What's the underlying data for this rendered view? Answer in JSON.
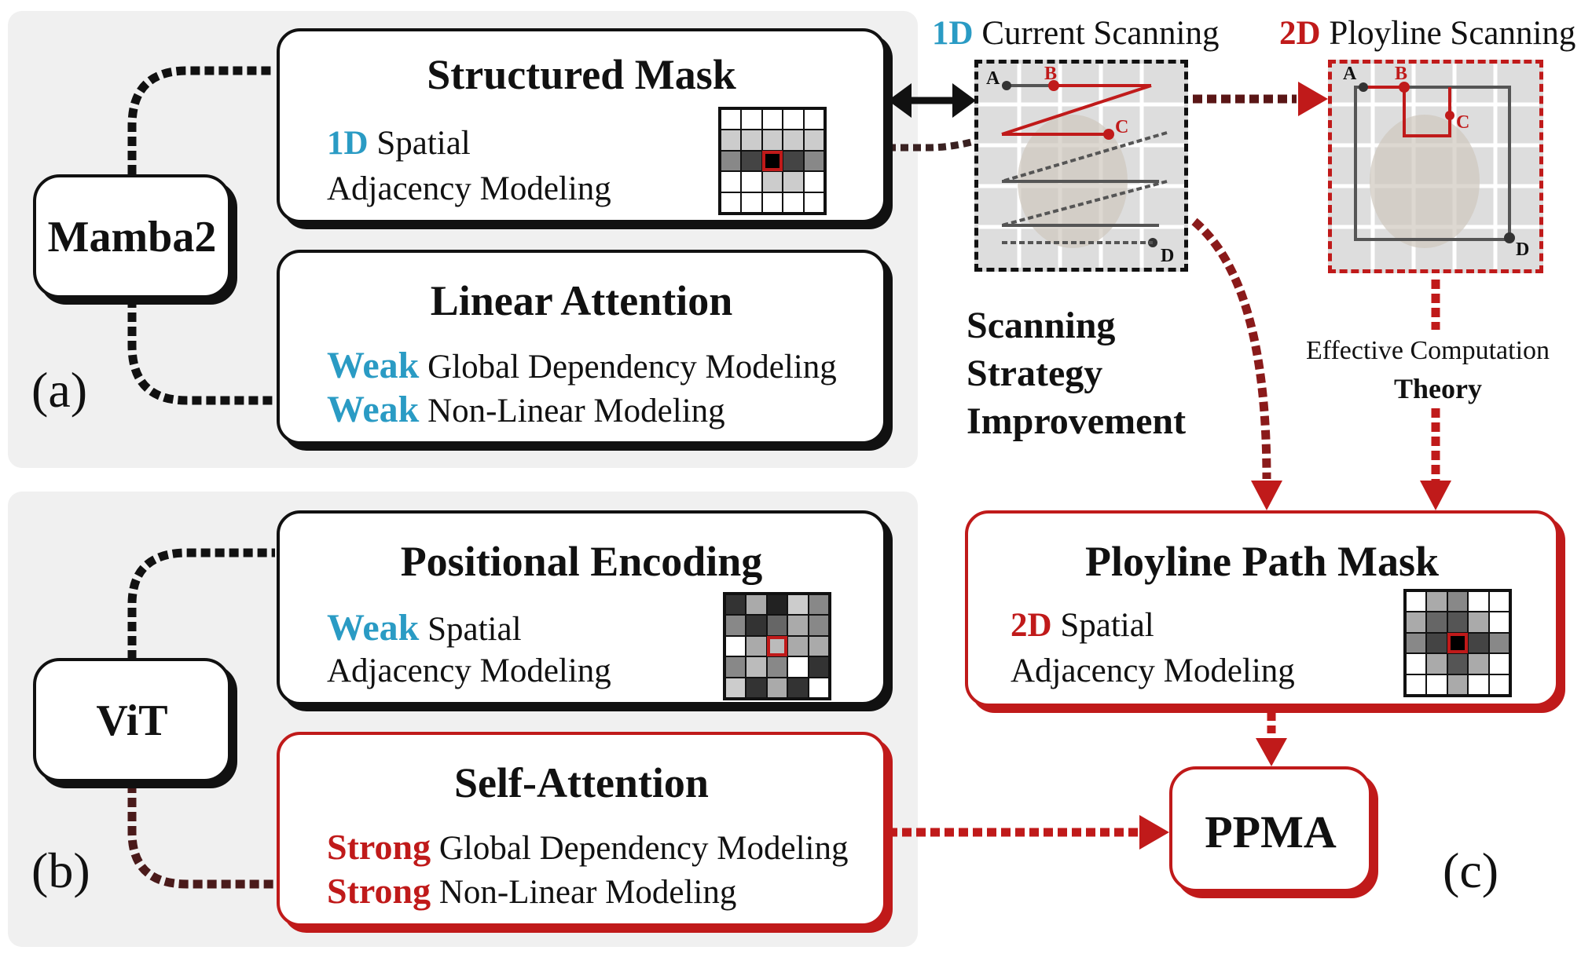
{
  "panel_a": {
    "label": "(a)",
    "model": "Mamba2",
    "structured_mask": {
      "title": "Structured Mask",
      "line1_hl": "1D",
      "line1_rest": " Spatial",
      "line2": "Adjacency Modeling"
    },
    "linear_attention": {
      "title": "Linear Attention",
      "line1_hl": "Weak",
      "line1_rest": " Global Dependency Modeling",
      "line2_hl": "Weak",
      "line2_rest": " Non-Linear Modeling"
    }
  },
  "panel_b": {
    "label": "(b)",
    "model": "ViT",
    "positional_encoding": {
      "title": "Positional Encoding",
      "line1_hl": "Weak",
      "line1_rest": " Spatial",
      "line2": "Adjacency Modeling"
    },
    "self_attention": {
      "title": "Self-Attention",
      "line1_hl": "Strong",
      "line1_rest": " Global Dependency Modeling",
      "line2_hl": "Strong",
      "line2_rest": " Non-Linear Modeling"
    }
  },
  "panel_c": {
    "label": "(c)",
    "scan_1d": {
      "title_hl": "1D",
      "title_rest": " Current Scanning"
    },
    "scan_2d": {
      "title_hl": "2D",
      "title_rest": " Ployline Scanning"
    },
    "point_labels": [
      "A",
      "B",
      "C",
      "D"
    ],
    "strategy": [
      "Scanning",
      "Strategy",
      "Improvement"
    ],
    "theory": {
      "line1": "Effective Computation",
      "line2": "Theory"
    },
    "ppm": {
      "title": "Ployline Path Mask",
      "line1_hl": "2D",
      "line1_rest": " Spatial",
      "line2": "Adjacency Modeling"
    },
    "ppma": "PPMA"
  },
  "colors": {
    "blue": "#2a9bc4",
    "red": "#c01a1a",
    "dark_red": "#5a1616",
    "black": "#111111"
  },
  "grids": {
    "structured_mask": [
      [
        "#fff",
        "#fff",
        "#fff",
        "#fff",
        "#fff"
      ],
      [
        "#ccc",
        "#ccc",
        "#ccc",
        "#ccc",
        "#ccc"
      ],
      [
        "#888",
        "#444",
        "#000",
        "#444",
        "#888"
      ],
      [
        "#fff",
        "#fff",
        "#ccc",
        "#ccc",
        "#fff"
      ],
      [
        "#fff",
        "#fff",
        "#fff",
        "#fff",
        "#fff"
      ]
    ],
    "positional_encoding": [
      [
        "#333",
        "#aaa",
        "#222",
        "#ccc",
        "#888"
      ],
      [
        "#888",
        "#333",
        "#666",
        "#aaa",
        "#888"
      ],
      [
        "#fff",
        "#aaa",
        "#bbb",
        "#aaa",
        "#aaa"
      ],
      [
        "#888",
        "#bbb",
        "#888",
        "#fff",
        "#333"
      ],
      [
        "#ccc",
        "#333",
        "#aaa",
        "#333",
        "#fff"
      ]
    ],
    "ppm": [
      [
        "#fff",
        "#aaa",
        "#888",
        "#fff",
        "#fff"
      ],
      [
        "#aaa",
        "#666",
        "#555",
        "#aaa",
        "#fff"
      ],
      [
        "#888",
        "#444",
        "#000",
        "#444",
        "#888"
      ],
      [
        "#fff",
        "#aaa",
        "#555",
        "#aaa",
        "#fff"
      ],
      [
        "#fff",
        "#fff",
        "#aaa",
        "#fff",
        "#fff"
      ]
    ]
  }
}
